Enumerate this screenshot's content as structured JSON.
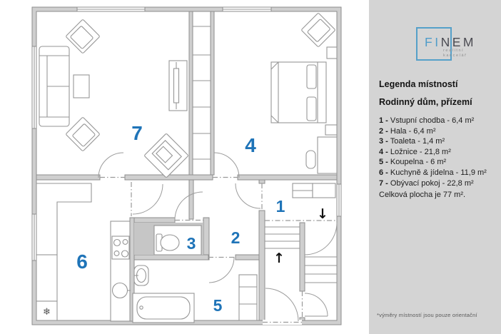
{
  "sidebar": {
    "logo": {
      "name_blue": "FI",
      "name_dark": "NEM",
      "tagline_line1": "realitní",
      "tagline_line2": "kancelář",
      "accent_color": "#4f9cc9"
    },
    "legend_title": "Legenda místností",
    "legend_subtitle": "Rodinný dům, přízemí",
    "rooms": [
      {
        "label": "1 -",
        "text": "Vstupní chodba - 6,4 m²"
      },
      {
        "label": "2 -",
        "text": "Hala - 6,4 m²"
      },
      {
        "label": "3 -",
        "text": "Toaleta - 1,4 m²"
      },
      {
        "label": "4 -",
        "text": "Ložnice - 21,8 m²"
      },
      {
        "label": "5 -",
        "text": "Koupelna - 6 m²"
      },
      {
        "label": "6 -",
        "text": "Kuchyně & jídelna - 11,9 m²"
      },
      {
        "label": "7 -",
        "text": "Obývací pokoj - 22,8 m²"
      }
    ],
    "total_area": "Celková plocha je 77 m².",
    "footnote": "*výměry místností jsou pouze orientační"
  },
  "plan": {
    "room_numbers": {
      "entry": "1",
      "hall": "2",
      "toilet": "3",
      "bedroom": "4",
      "bathroom": "5",
      "kitchen": "6",
      "living": "7"
    },
    "stairs_up_arrow": "↑",
    "stairs_down_arrow": "↓",
    "fridge_symbol": "❄",
    "room_number_color": "#1f74b8"
  }
}
